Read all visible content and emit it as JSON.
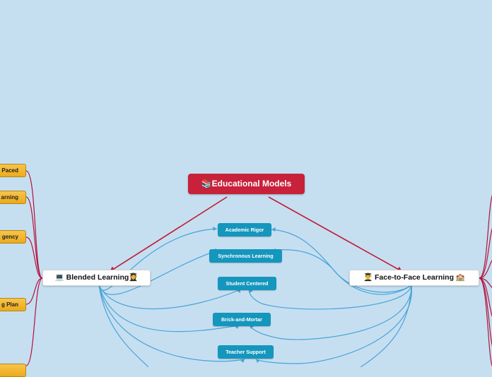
{
  "root": {
    "label": "📚Educational Models"
  },
  "blended": {
    "label": "💻 Blended Learning👩‍🎓"
  },
  "face_to_face": {
    "label": "👨‍🎓 Face-to-Face Learning 🏫"
  },
  "shared_nodes": [
    {
      "label": "Academic Rigor"
    },
    {
      "label": "Synchronous Learning"
    },
    {
      "label": "Student Centered"
    },
    {
      "label": "Brick-and-Mortar"
    },
    {
      "label": "Teacher Support"
    }
  ],
  "left_nodes": [
    {
      "label": "Paced"
    },
    {
      "label": "arning"
    },
    {
      "label": "gency"
    },
    {
      "label": "g Plan"
    },
    {
      "label": ""
    }
  ],
  "colors": {
    "background": "#c5dff1",
    "root": "#c8213a",
    "root_link": "#c21a33",
    "shared_link": "#4aa3d6",
    "shared_node": "#1596bd",
    "side_node": "#f2b632",
    "side_link": "#b5123a"
  }
}
